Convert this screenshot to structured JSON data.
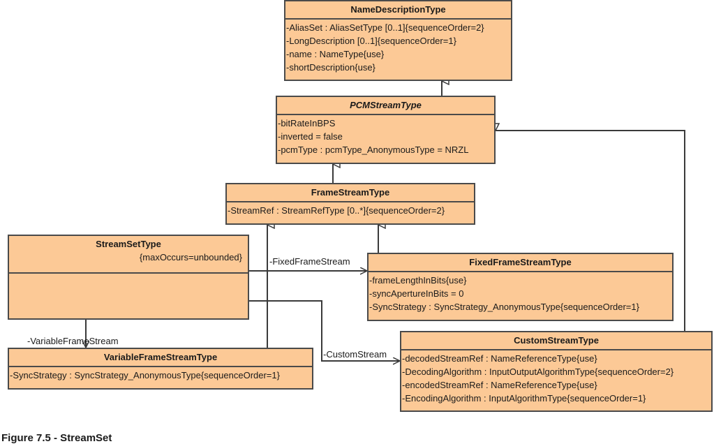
{
  "figure_caption": "Figure 7.5 - StreamSet",
  "classes": {
    "name_description": {
      "name": "NameDescriptionType",
      "attrs": [
        "-AliasSet : AliasSetType [0..1]{sequenceOrder=2}",
        "-LongDescription [0..1]{sequenceOrder=1}",
        "-name : NameType{use}",
        "-shortDescription{use}"
      ]
    },
    "pcm_stream": {
      "name": "PCMStreamType",
      "attrs": [
        "-bitRateInBPS",
        "-inverted = false",
        "-pcmType : pcmType_AnonymousType = NRZL"
      ]
    },
    "frame_stream": {
      "name": "FrameStreamType",
      "attrs": [
        "-StreamRef : StreamRefType [0..*]{sequenceOrder=2}"
      ]
    },
    "stream_set": {
      "name": "StreamSetType",
      "constraint": "{maxOccurs=unbounded}"
    },
    "fixed_frame_stream": {
      "name": "FixedFrameStreamType",
      "attrs": [
        "-frameLengthInBits{use}",
        "-syncApertureInBits = 0",
        "-SyncStrategy : SyncStrategy_AnonymousType{sequenceOrder=1}"
      ]
    },
    "variable_frame_stream": {
      "name": "VariableFrameStreamType",
      "attrs": [
        "-SyncStrategy : SyncStrategy_AnonymousType{sequenceOrder=1}"
      ]
    },
    "custom_stream": {
      "name": "CustomStreamType",
      "attrs": [
        "-decodedStreamRef : NameReferenceType{use}",
        "-DecodingAlgorithm : InputOutputAlgorithmType{sequenceOrder=2}",
        "-encodedStreamRef : NameReferenceType{use}",
        "-EncodingAlgorithm : InputAlgorithmType{sequenceOrder=1}"
      ]
    }
  },
  "associations": {
    "fixed": "-FixedFrameStream",
    "variable": "-VariableFrameStream",
    "custom": "-CustomStream"
  }
}
